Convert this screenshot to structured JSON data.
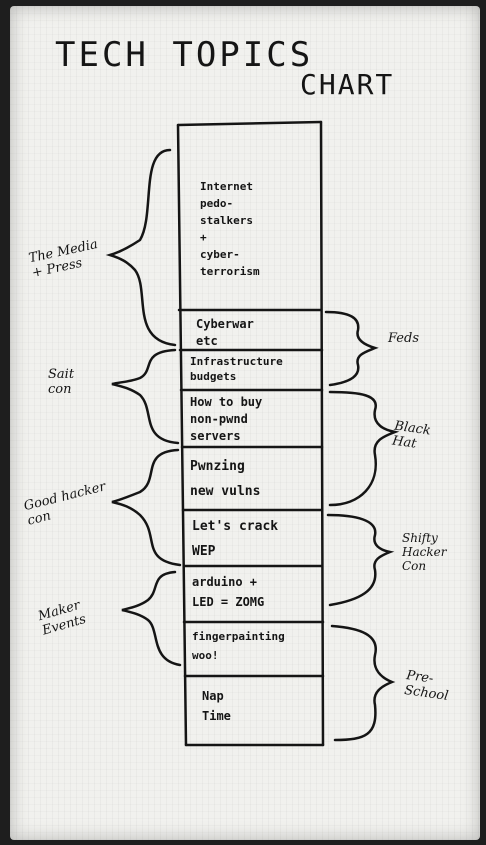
{
  "title": {
    "line1": "Tech Topics",
    "line2": "Chart"
  },
  "chart_rows": [
    {
      "id": "internet",
      "text": "Internet\npedo-\nstalkers\n+\ncyber-\nterrorism"
    },
    {
      "id": "cyberwar",
      "text": "Cyberwar\netc"
    },
    {
      "id": "infrastructure",
      "text": "Infrastructure\nbudgets"
    },
    {
      "id": "buy-servers",
      "text": "How to buy\nnon-pwnd\nservers"
    },
    {
      "id": "pwnzing",
      "text": "Pwnzing\nnew vulns"
    },
    {
      "id": "crack-wep",
      "text": "Let's crack\nWEP"
    },
    {
      "id": "arduino",
      "text": "arduino +\nLED = ZOMG"
    },
    {
      "id": "fingerpainting",
      "text": "fingerpainting\nwoo!"
    },
    {
      "id": "nap-time",
      "text": "Nap\nTime"
    }
  ],
  "left_labels": {
    "media": "The Media\n+ Press",
    "sait": "Sait\ncon",
    "goodhacker": "Good hacker\ncon",
    "maker": "Maker\nEvents"
  },
  "right_labels": {
    "feds": "Feds",
    "blackhat": "Black\nHat",
    "shifty": "Shifty\nHacker\nCon",
    "preschool": "Pre-\nSchool"
  },
  "colors": {
    "ink": "#151515",
    "napkin": "#f1f1ee",
    "background": "#1e1e1e"
  }
}
